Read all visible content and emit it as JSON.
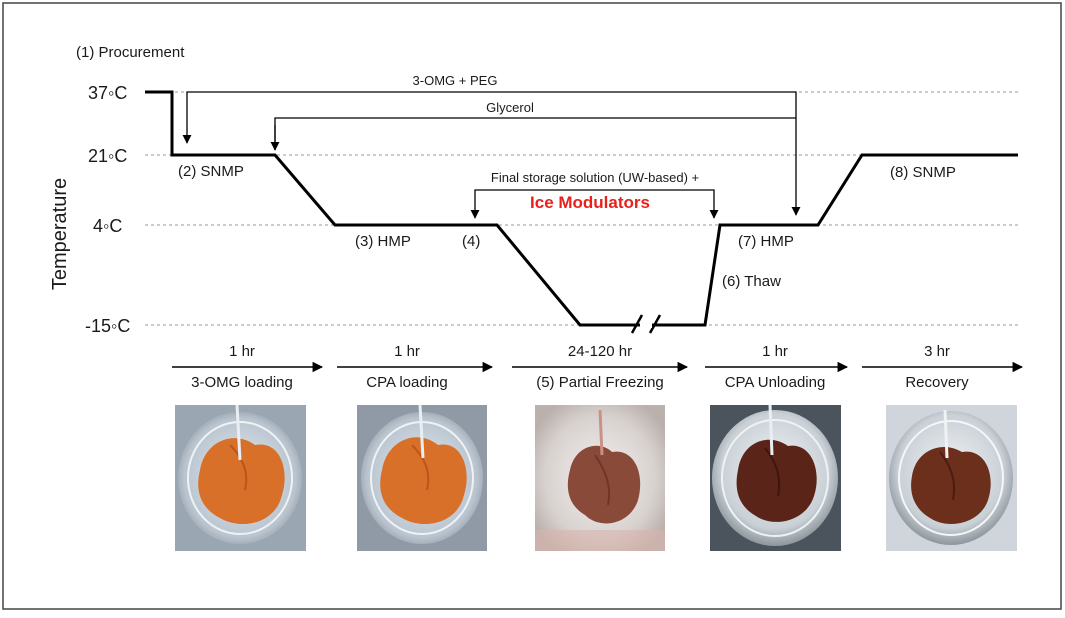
{
  "labels": {
    "procurement": "(1) Procurement",
    "y_axis": "Temperature",
    "temp_37": "37◦C",
    "temp_21": "21◦C",
    "temp_4": "4◦C",
    "temp_m15": "-15◦C",
    "omg_peg": "3-OMG + PEG",
    "glycerol": "Glycerol",
    "final_storage": "Final storage solution (UW-based) +",
    "ice_modulators": "Ice Modulators",
    "snmp_2": "(2) SNMP",
    "hmp_3": "(3) HMP",
    "step_4": "(4)",
    "thaw_6": "(6) Thaw",
    "hmp_7": "(7) HMP",
    "snmp_8": "(8) SNMP"
  },
  "stages": [
    {
      "duration": "1 hr",
      "name": "3-OMG loading"
    },
    {
      "duration": "1 hr",
      "name": "CPA loading"
    },
    {
      "duration": "24-120 hr",
      "name": "(5) Partial Freezing"
    },
    {
      "duration": "1 hr",
      "name": "CPA Unloading"
    },
    {
      "duration": "3 hr",
      "name": "Recovery"
    }
  ],
  "colors": {
    "accent_red": "#e8211c",
    "line": "#000000",
    "guide": "#9a9a9a",
    "liver_fresh": "#d9702a",
    "liver_frozen": "#8a4a3a",
    "liver_thawed": "#5a2418"
  }
}
